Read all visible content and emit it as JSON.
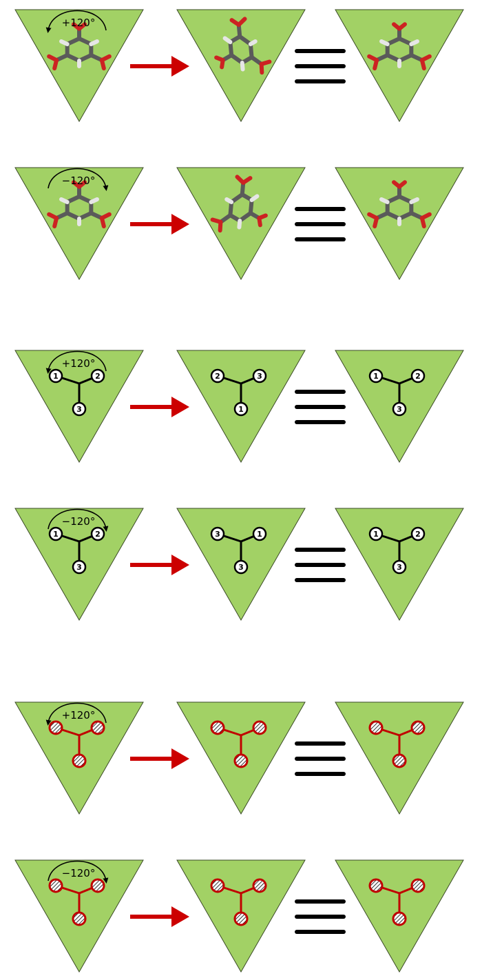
{
  "colors": {
    "triangle_fill": "#a2d165",
    "triangle_stroke": "#3a4a26",
    "arrow": "#cc0000",
    "equiv_bars": "#000000",
    "black_graph": "#000000",
    "red_graph": "#c00000",
    "atom_carbon": "#5a5a5a",
    "atom_oxygen": "#cc2222",
    "atom_hydrogen": "#e6e6e6"
  },
  "icons": {
    "transform_arrow": "red-right-arrow-icon",
    "equivalence": "triple-bar-equivalence-icon",
    "rotation": "curved-rotation-arrow-icon"
  },
  "rows": [
    {
      "kind": "molecule",
      "rotation": "+120°",
      "direction": "counterclockwise",
      "molecule_name": "trimesic-acid",
      "triangles": [
        {
          "mol_rotation_deg": 0
        },
        {
          "mol_rotation_deg": -120
        },
        {
          "mol_rotation_deg": 0
        }
      ]
    },
    {
      "kind": "molecule",
      "rotation": "−120°",
      "direction": "clockwise",
      "molecule_name": "trimesic-acid",
      "triangles": [
        {
          "mol_rotation_deg": 0
        },
        {
          "mol_rotation_deg": 120
        },
        {
          "mol_rotation_deg": 0
        }
      ]
    },
    {
      "kind": "numbered",
      "rotation": "+120°",
      "direction": "counterclockwise",
      "triangles": [
        {
          "top_left": "1",
          "top_right": "2",
          "bottom": "3"
        },
        {
          "top_left": "2",
          "top_right": "3",
          "bottom": "1"
        },
        {
          "top_left": "1",
          "top_right": "2",
          "bottom": "3"
        }
      ]
    },
    {
      "kind": "numbered",
      "rotation": "−120°",
      "direction": "clockwise",
      "triangles": [
        {
          "top_left": "1",
          "top_right": "2",
          "bottom": "3"
        },
        {
          "top_left": "3",
          "top_right": "1",
          "bottom": "3"
        },
        {
          "top_left": "1",
          "top_right": "2",
          "bottom": "3"
        }
      ]
    },
    {
      "kind": "hatched",
      "rotation": "+120°",
      "direction": "counterclockwise",
      "triangles": [
        {},
        {},
        {}
      ]
    },
    {
      "kind": "hatched",
      "rotation": "−120°",
      "direction": "clockwise",
      "triangles": [
        {},
        {},
        {}
      ]
    }
  ]
}
